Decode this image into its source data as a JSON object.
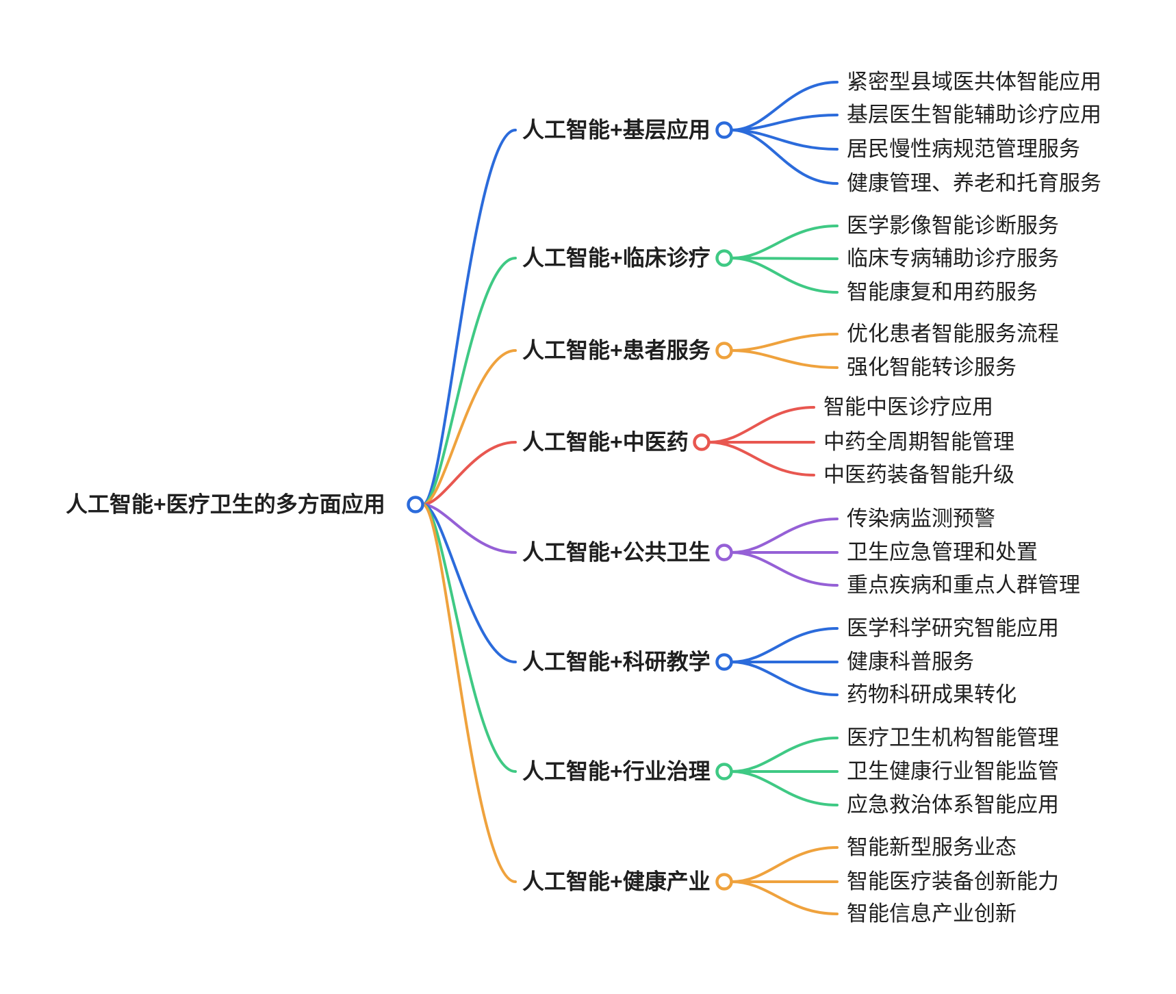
{
  "title": "人工智能+医疗卫生的多方面应用",
  "root": {
    "label": "人工智能+医疗卫生的多方面应用",
    "color": "#2B6BDB"
  },
  "colors": {
    "blue": "#2B6BDB",
    "green": "#3FC984",
    "orange": "#EFA23D",
    "red": "#E85750",
    "purple": "#9560D6",
    "text": "#1f1f1f",
    "background": "#ffffff"
  },
  "branches": [
    {
      "label": "人工智能+基层应用",
      "color": "#2B6BDB",
      "children": [
        "紧密型县域医共体智能应用",
        "基层医生智能辅助诊疗应用",
        "居民慢性病规范管理服务",
        "健康管理、养老和托育服务"
      ]
    },
    {
      "label": "人工智能+临床诊疗",
      "color": "#3FC984",
      "children": [
        "医学影像智能诊断服务",
        "临床专病辅助诊疗服务",
        "智能康复和用药服务"
      ]
    },
    {
      "label": "人工智能+患者服务",
      "color": "#EFA23D",
      "children": [
        "优化患者智能服务流程",
        "强化智能转诊服务"
      ]
    },
    {
      "label": "人工智能+中医药",
      "color": "#E85750",
      "children": [
        "智能中医诊疗应用",
        "中药全周期智能管理",
        "中医药装备智能升级"
      ]
    },
    {
      "label": "人工智能+公共卫生",
      "color": "#9560D6",
      "children": [
        "传染病监测预警",
        "卫生应急管理和处置",
        "重点疾病和重点人群管理"
      ]
    },
    {
      "label": "人工智能+科研教学",
      "color": "#2B6BDB",
      "children": [
        "医学科学研究智能应用",
        "健康科普服务",
        "药物科研成果转化"
      ]
    },
    {
      "label": "人工智能+行业治理",
      "color": "#3FC984",
      "children": [
        "医疗卫生机构智能管理",
        "卫生健康行业智能监管",
        "应急救治体系智能应用"
      ]
    },
    {
      "label": "人工智能+健康产业",
      "color": "#EFA23D",
      "children": [
        "智能新型服务业态",
        "智能医疗装备创新能力",
        "智能信息产业创新"
      ]
    }
  ]
}
